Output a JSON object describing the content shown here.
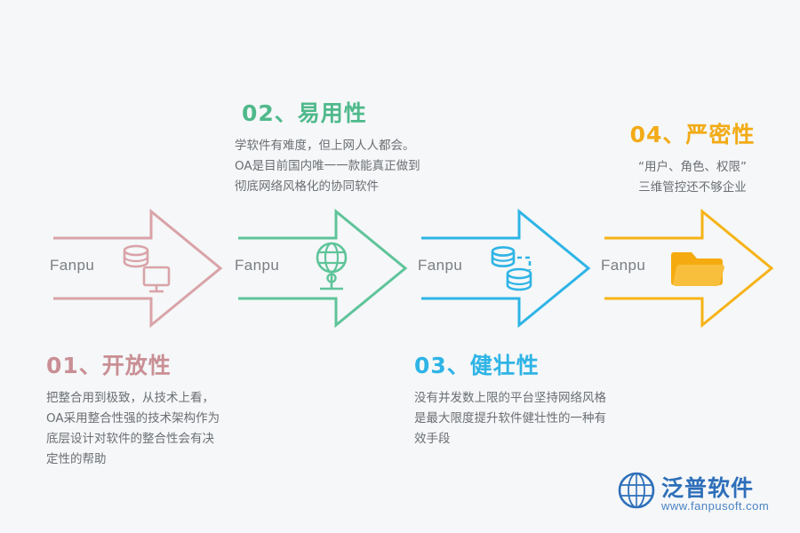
{
  "arrows": [
    {
      "label": "Fanpu",
      "color": "#d9a3a8",
      "icon": "database-monitor-icon"
    },
    {
      "label": "Fanpu",
      "color": "#5fc49a",
      "icon": "globe-network-icon"
    },
    {
      "label": "Fanpu",
      "color": "#2eb4e6",
      "icon": "database-stack-icon"
    },
    {
      "label": "Fanpu",
      "color": "#f6b316",
      "icon": "folder-icon"
    }
  ],
  "blocks": [
    {
      "heading": "01、开放性",
      "heading_color": "#c98f95",
      "lines": [
        "把整合用到极致，从技术上看，",
        "OA采用整合性强的技术架构作为",
        "底层设计对软件的整合性会有决",
        "定性的帮助"
      ]
    },
    {
      "heading": "02、易用性",
      "heading_color": "#4fb98b",
      "lines": [
        "学软件有难度，但上网人人都会。",
        "OA是目前国内唯一一款能真正做到",
        "彻底网络风格化的协同软件"
      ]
    },
    {
      "heading": "03、健壮性",
      "heading_color": "#2eb4e6",
      "lines": [
        "没有并发数上限的平台坚持网络风格",
        "是最大限度提升软件健壮性的一种有",
        "效手段"
      ]
    },
    {
      "heading": "04、严密性",
      "heading_color": "#f2ab16",
      "lines": [
        "“用户、角色、权限”",
        "三维管控还不够企业"
      ]
    }
  ],
  "logo": {
    "name": "泛普软件",
    "url": "www.fanpusoft.com",
    "mark": "globe-icon",
    "name_color": "#2e6fba",
    "url_color": "#4a82c4"
  }
}
